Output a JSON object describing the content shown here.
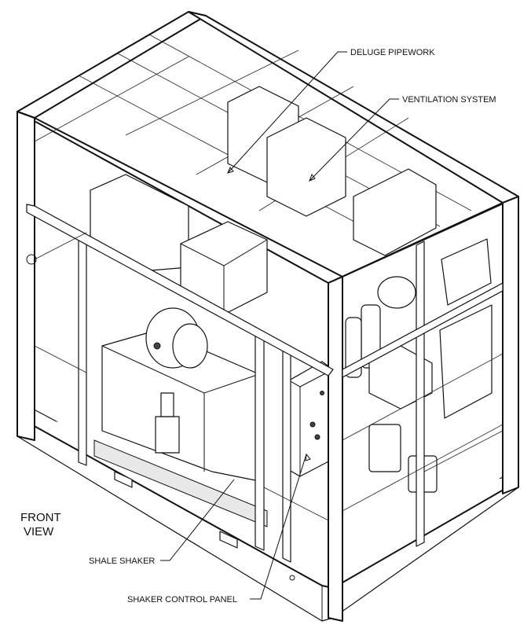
{
  "labels": {
    "deluge_pipework": "DELUGE PIPEWORK",
    "ventilation_system": "VENTILATION SYSTEM",
    "front_view_line1": "FRONT",
    "front_view_line2": "VIEW",
    "shale_shaker": "SHALE SHAKER",
    "shaker_control_panel": "SHAKER CONTROL PANEL"
  }
}
